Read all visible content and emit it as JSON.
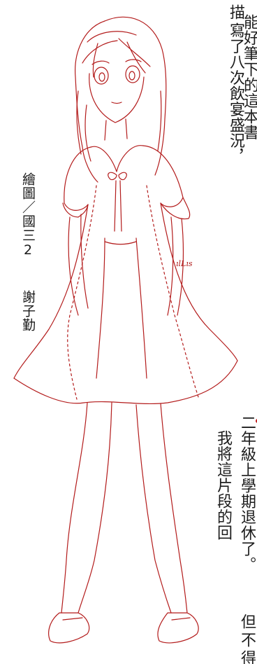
{
  "columns": {
    "right_top_1": "能",
    "right_top_2": "好",
    "right_top_3": "筆",
    "right_top_4": "下",
    "right_top_5": "的",
    "right_top_6": "這",
    "right_top_7": "本",
    "right_top_8": "書",
    "right_top_9": "描",
    "right_top_10": "寫了八次飲宴盛況，"
  },
  "credits": {
    "line1": "繪圖／國三2",
    "line2": "謝子勤"
  },
  "lower_columns": {
    "col1": "二年級上學期退休了。",
    "col2": "我將這片段的回"
  },
  "bottom_columns": {
    "col1": "但",
    "col2": "不",
    "col3": "得"
  },
  "signature": "ılLıs",
  "colors": {
    "sketch": "#b31b1b",
    "text": "#1c1c1c",
    "background": "#ffffff"
  }
}
